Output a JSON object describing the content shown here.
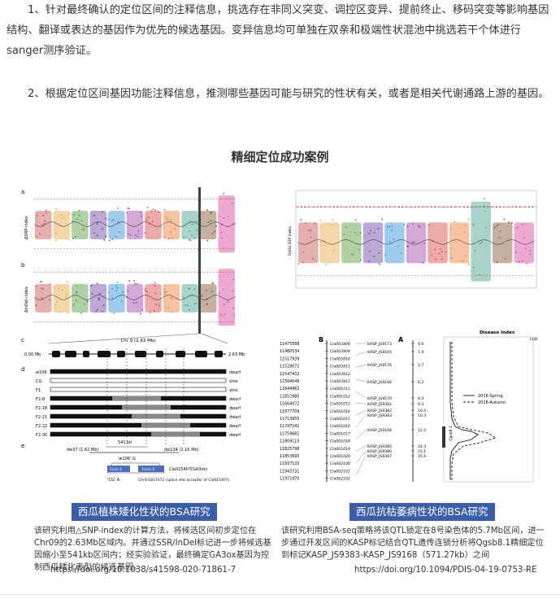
{
  "paragraphs": {
    "p1": "1、针对最终确认的定位区间的注释信息，挑选存在非同义突变、调控区变异、提前终止、移码突变等影响基因结构、翻译或表达的基因作为优先的候选基因。变异信息均可单独在双亲和极端性状混池中挑选若干个体进行sanger测序验证。",
    "p2": "2、根据定位区间基因功能注释信息，推测哪些基因可能与研究的性状有关，或者是相关代谢通路上游的基因。"
  },
  "section_title": "精细定位成功案例",
  "left_case": {
    "badge": "西瓜植株矮化性状的BSA研究",
    "description": "该研究利用△SNP-index的计算方法，将候选区间初步定位在Chr09的2.63Mb区域内。并通过SSR/InDel标记进一步将候选基因缩小至541kb区间内；经实验验证，最终确定GA3ox基因为控制西瓜矮化表型的候选基因。",
    "doi": "https://doi.org/10.1038/s41598-020-71861-7",
    "figure": {
      "panel_labels": [
        "a",
        "b",
        "c",
        "d",
        "e"
      ],
      "chr_label": "Chr 9 (2.63 Mb)",
      "scale_left": "0.00 Mb",
      "scale_right": "2.63 Mb",
      "rows": [
        {
          "name": "w106",
          "pheno": "dwarf"
        },
        {
          "name": "CG",
          "pheno": "vine"
        },
        {
          "name": "F1",
          "pheno": "vine"
        },
        {
          "name": "F2-8",
          "pheno": "dwarf"
        },
        {
          "name": "F2-18",
          "pheno": "dwarf"
        },
        {
          "name": "F2-21",
          "pheno": "dwarf"
        },
        {
          "name": "F2-22",
          "pheno": "dwarf"
        },
        {
          "name": "F2-30",
          "pheno": "dwarf"
        }
      ],
      "marker_left": "dw37 (1.62 Mb)",
      "marker_right": "dw134 (2.16 Mb)",
      "interval": "541 kb",
      "gene_label": "Cla015407(GA3ox)",
      "exon1": "Exon 1",
      "exon2": "Exon 2",
      "snp_w106": "'w106' G",
      "snp_cg": "'CG'  A",
      "splice_note": "Chr9:1857472 (splice site acceptor of Cla015407)",
      "ylabel_a": "ΔSNP-index",
      "ylabel_b": "ΔInDel-index"
    }
  },
  "right_case": {
    "badge": "西瓜抗枯萎病性状的BSA研究",
    "description": "该研究利用BSA-seq策略将该QTL锁定在8号染色体的5.7Mb区间，进一步通过开发区间的KASP标记结合QTL遗传连锁分析将Qgsb8.1精细定位到标记KASP_JS9383-KASP_JS9168（571.27kb）之间",
    "doi": "https://doi.org/10.1094/PDIS-04-19-0753-RE",
    "figure": {
      "label_b": "B",
      "label_a": "A",
      "ylabel_top": "Delta SNP index",
      "disease_title": "Disease Index",
      "lod_label": "LOD",
      "qtl_label": "Qgsb8.1",
      "legend": [
        "2016-Spring",
        "2016-Autumn"
      ],
      "positions": [
        "11475588",
        "11480534",
        "11517939",
        "11529072",
        "11547432",
        "11564048",
        "11644962",
        "11652980",
        "11664072",
        "11677709",
        "11713955",
        "11747241",
        "11759681",
        "11804110",
        "11825798",
        "11853693",
        "11937120",
        "11943731",
        "11971970"
      ],
      "markers_b": [
        "Cla003808",
        "Cla003809",
        "Cla003810",
        "Cla003811",
        "Cla003812",
        "Cla003813",
        "Cla001011",
        "Cla001012",
        "Cla001013",
        "Cla001014",
        "Cla001015",
        "Cla001016",
        "Cla001017",
        "Cla001018",
        "Cla001019",
        "Cla001020",
        "Cla002100",
        "Cla002101",
        "Cla002102"
      ],
      "kasp": [
        "KASP_JS9173",
        "KASP_JS9165",
        "KASP_JS9176",
        "KASP_JS9166",
        "KASP_JS9170",
        "KASP_JS9381",
        "KASP_JS9382",
        "KASP_JS9383",
        "KASP_JS9168",
        "KASP_JS9385",
        "KASP_JS9386",
        "KASP_JS9387"
      ],
      "cm": [
        "0.0",
        "1.0",
        "2.7",
        "6.2",
        "8.4",
        "9.3",
        "10.0",
        "10.3",
        "12.2",
        "14.4",
        "15.1",
        "15.6"
      ]
    }
  },
  "colors": {
    "badge_bg": "#3b5ea8",
    "chr_colors": [
      "#c0504d",
      "#e8a33d",
      "#4f9a3a",
      "#6b3fa0",
      "#2b8fd6",
      "#9b3fa5",
      "#d4453d",
      "#e87b2d",
      "#3e9b8a",
      "#7a4f2a",
      "#d43f9e",
      "#8b5a2b"
    ]
  }
}
